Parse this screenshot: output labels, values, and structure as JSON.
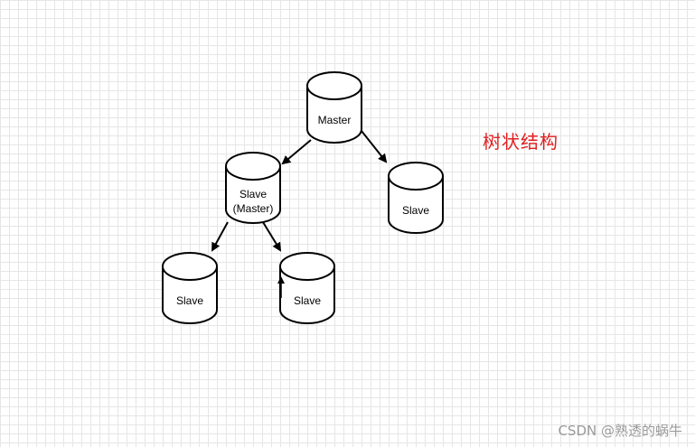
{
  "title": "树状结构",
  "title_color": "#e02020",
  "watermark": "CSDN @熟透的蜗牛",
  "nodes": {
    "master": {
      "lines": [
        "Master"
      ]
    },
    "slave_master": {
      "lines": [
        "Slave",
        "(Master)"
      ]
    },
    "slave_right": {
      "lines": [
        "Slave"
      ]
    },
    "slave_bottom_left": {
      "lines": [
        "Slave"
      ]
    },
    "slave_bottom_right": {
      "lines": [
        "Slave"
      ]
    }
  },
  "edges": [
    {
      "from": "master",
      "to": "slave_master"
    },
    {
      "from": "master",
      "to": "slave_right"
    },
    {
      "from": "slave_master",
      "to": "slave_bottom_left"
    },
    {
      "from": "slave_master",
      "to": "slave_bottom_right"
    }
  ]
}
